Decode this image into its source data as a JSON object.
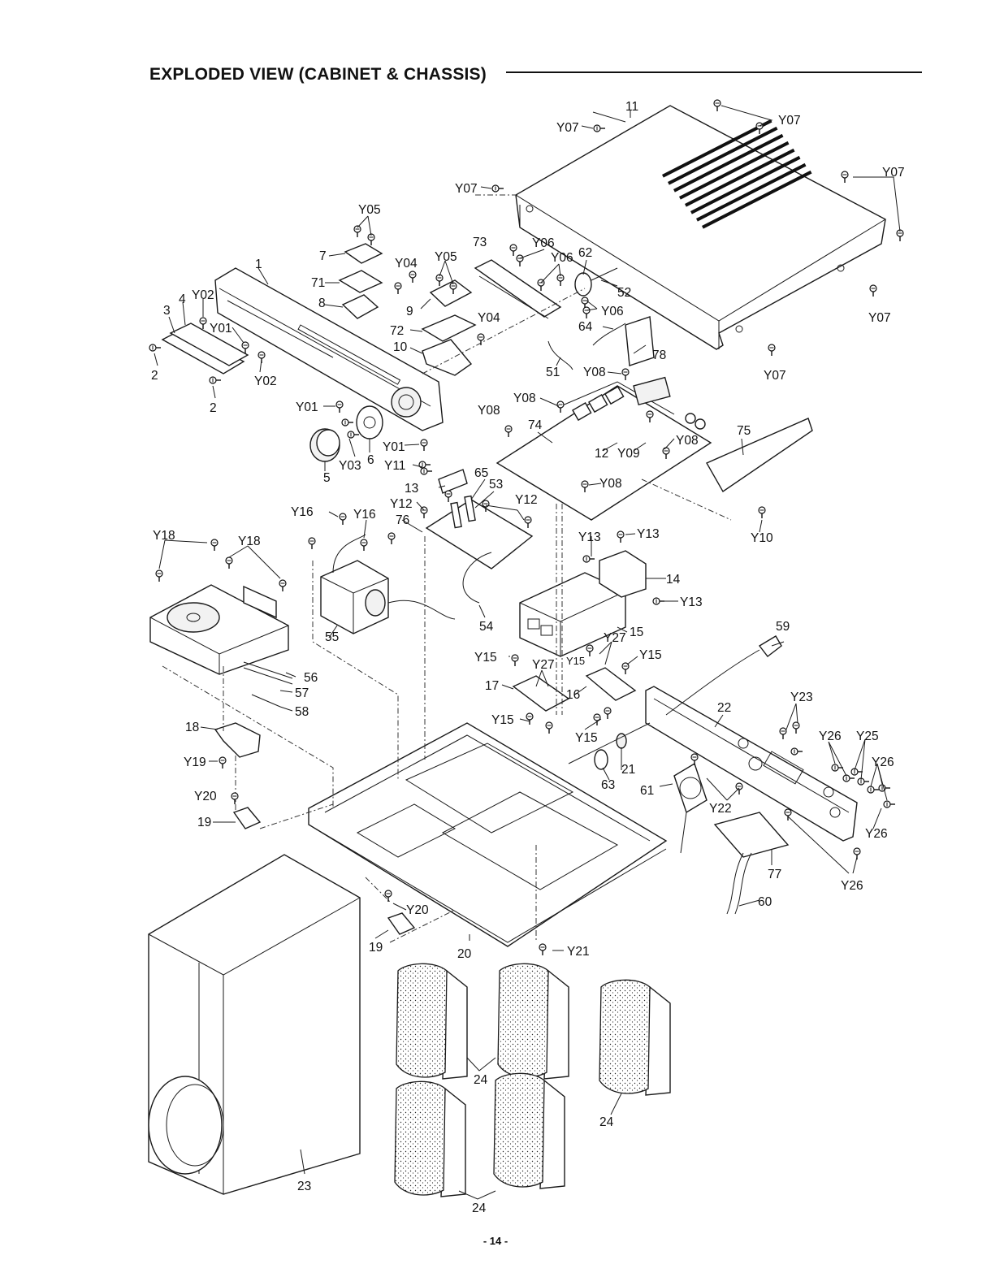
{
  "title": "EXPLODED  VIEW (CABINET & CHASSIS)",
  "page_number": "- 14 -",
  "labels": {
    "p1": "1",
    "p2a": "2",
    "p2b": "2",
    "p3": "3",
    "p4": "4",
    "p5": "5",
    "p6": "6",
    "p7": "7",
    "p8": "8",
    "p9": "9",
    "p10": "10",
    "p11": "11",
    "p12": "12",
    "p13": "13",
    "p14": "14",
    "p15": "15",
    "p16": "16",
    "p17": "17",
    "p18": "18",
    "p19a": "19",
    "p19b": "19",
    "p20": "20",
    "p21": "21",
    "p22": "22",
    "p23": "23",
    "p24a": "24",
    "p24b": "24",
    "p24c": "24",
    "p51": "51",
    "p52": "52",
    "p53": "53",
    "p54": "54",
    "p55": "55",
    "p56": "56",
    "p57": "57",
    "p58": "58",
    "p59": "59",
    "p60": "60",
    "p61": "61",
    "p62": "62",
    "p63": "63",
    "p64": "64",
    "p65": "65",
    "p71": "71",
    "p72": "72",
    "p73": "73",
    "p74": "74",
    "p75": "75",
    "p76": "76",
    "p77": "77",
    "p78": "78",
    "y01a": "Y01",
    "y01b": "Y01",
    "y01c": "Y01",
    "y02a": "Y02",
    "y02b": "Y02",
    "y03": "Y03",
    "y04a": "Y04",
    "y04b": "Y04",
    "y05a": "Y05",
    "y05b": "Y05",
    "y06a": "Y06",
    "y06b": "Y06",
    "y06c": "Y06",
    "y07a": "Y07",
    "y07b": "Y07",
    "y07c": "Y07",
    "y07d": "Y07",
    "y07e": "Y07",
    "y07f": "Y07",
    "y08a": "Y08",
    "y08b": "Y08",
    "y08c": "Y08",
    "y08d": "Y08",
    "y08e": "Y08",
    "y09": "Y09",
    "y10": "Y10",
    "y11": "Y11",
    "y12a": "Y12",
    "y12b": "Y12",
    "y13a": "Y13",
    "y13b": "Y13",
    "y13c": "Y13",
    "y15a": "Y15",
    "y15b": "Y15",
    "y15c": "Y15",
    "y15d": "Y15",
    "y15e": "Y15",
    "y16a": "Y16",
    "y16b": "Y16",
    "y18a": "Y18",
    "y18b": "Y18",
    "y19": "Y19",
    "y20a": "Y20",
    "y20b": "Y20",
    "y21": "Y21",
    "y22": "Y22",
    "y23": "Y23",
    "y25": "Y25",
    "y26a": "Y26",
    "y26b": "Y26",
    "y26c": "Y26",
    "y26d": "Y26",
    "y27a": "Y27",
    "y27b": "Y27"
  }
}
